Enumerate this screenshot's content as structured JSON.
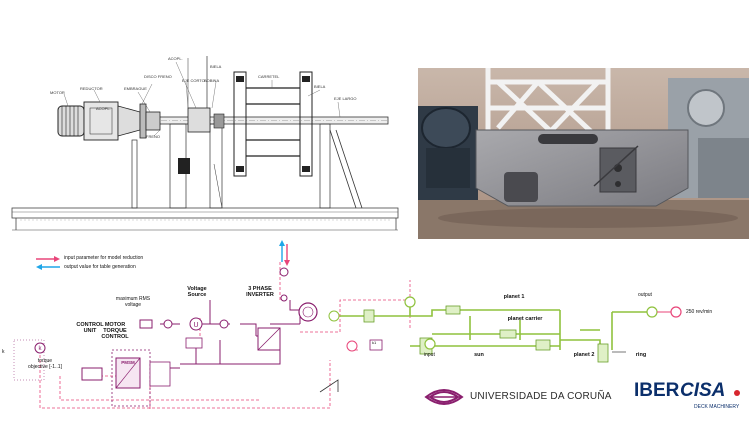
{
  "engineering_drawing": {
    "callouts": [
      "MOTOR",
      "REDUCTOR",
      "DISCO FRENO",
      "EMBRAGUE",
      "EJE CORTO",
      "ACOPL.",
      "FRENO",
      "BOBINA",
      "BIELA",
      "CARRETEL",
      "BIELA",
      "EJE LARGO",
      "ACOPL."
    ]
  },
  "legend": {
    "input_text": "input parameter for model reduction",
    "output_text": "output value for table generation",
    "input_color": "#e8467a",
    "output_color": "#1fa6e8"
  },
  "model_diagram": {
    "control_unit": "CONTROL UNIT",
    "motor_torque_control": "MOTOR TORQUE CONTROL",
    "max_rms_voltage": "maximum RMS voltage",
    "voltage_source": "Voltage Source",
    "three_phase_inverter": "3 PHASE INVERTER",
    "torque_objective": "torque objective [-1..1]",
    "pmsm": "PMSM",
    "planet1": "planet 1",
    "planet_carrier": "planet carrier",
    "planet2": "planet 2",
    "sun": "sun",
    "ring": "ring",
    "input": "input",
    "output": "output",
    "speed_value": "250 rev/min",
    "gain_k": "k",
    "gain_k1": "k1",
    "side_label": "k"
  },
  "logos": {
    "udc_name": "UNIVERSIDADE DA CORUÑA",
    "ibercisa_name_a": "IBER",
    "ibercisa_name_b": "CISA",
    "ibercisa_sub": "DECK MACHINERY",
    "udc_color": "#8a1f6e",
    "ibercisa_color": "#0b2f6b",
    "ibercisa_accent": "#d7262e"
  },
  "colors": {
    "electric": "#8a1f6e",
    "signal": "#e8467a",
    "mechanical": "#8fc23d",
    "drawing": "#333333"
  }
}
